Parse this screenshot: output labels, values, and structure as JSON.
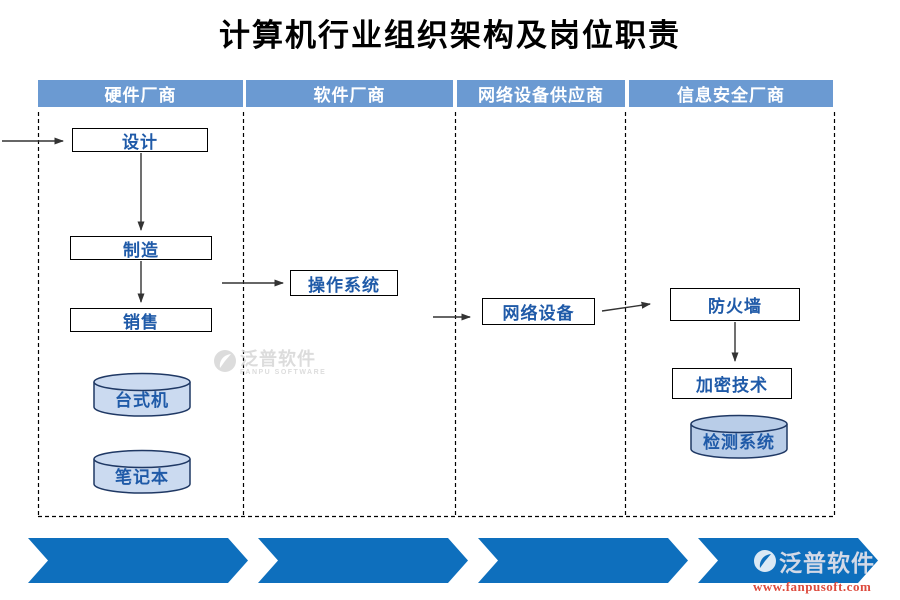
{
  "title": "计算机行业组织架构及岗位职责",
  "columns": [
    {
      "header": "硬件厂商",
      "nodes": [
        "设计",
        "制造",
        "销售"
      ],
      "cylinders": [
        "台式机",
        "笔记本"
      ]
    },
    {
      "header": "软件厂商",
      "nodes": [
        "操作系统"
      ],
      "cylinders": []
    },
    {
      "header": "网络设备供应商",
      "nodes": [
        "网络设备"
      ],
      "cylinders": []
    },
    {
      "header": "信息安全厂商",
      "nodes": [
        "防火墙",
        "加密技术"
      ],
      "cylinders": [
        "检测系统"
      ]
    }
  ],
  "watermark": {
    "text": "泛普软件",
    "subtext": "FANPU SOFTWARE"
  },
  "footer": {
    "logo_text": "泛普软件",
    "url": "www.fanpusoft.com"
  },
  "colors": {
    "header_blue": "#6B9AD2",
    "band_blue": "#0E6FBD",
    "node_text": "#1F5AA8",
    "cyl_fill": "#CBDAF0",
    "cyl_fill_alt": "#B9CDE8",
    "wm_gray": "#D9D9D9",
    "url_red": "#DD4B3E"
  }
}
